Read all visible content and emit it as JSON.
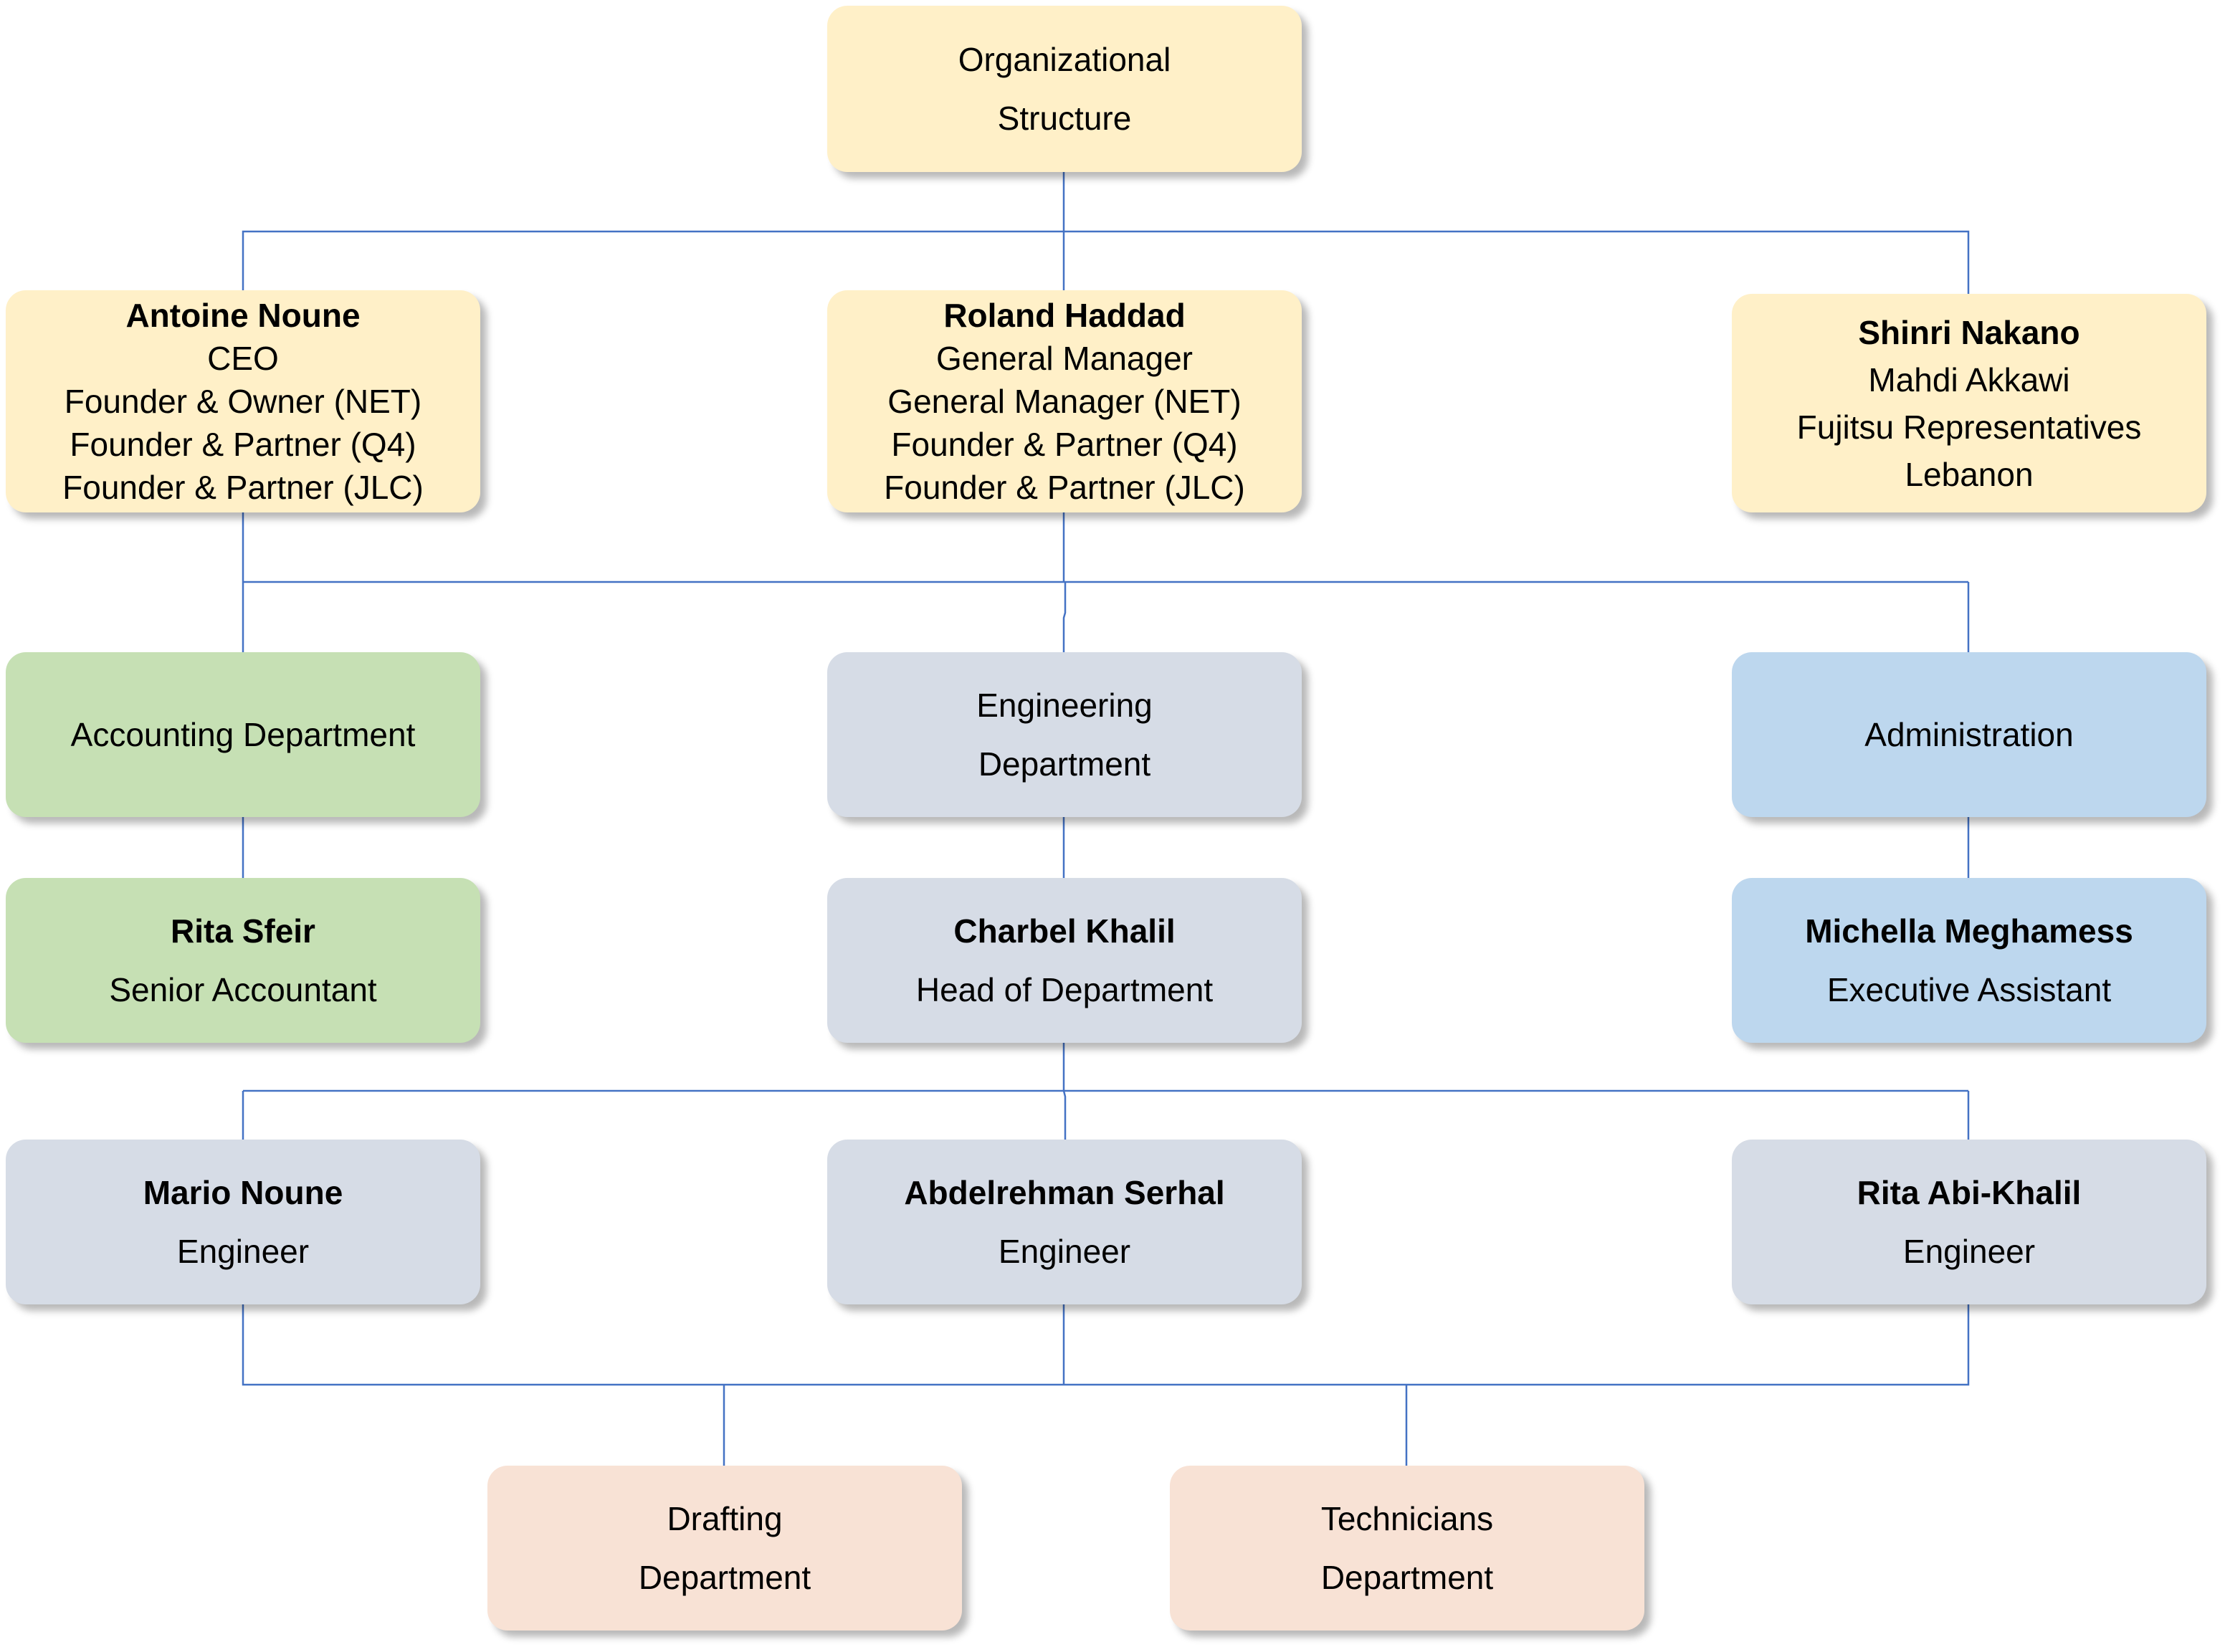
{
  "root": {
    "lines": [
      "Organizational",
      "Structure"
    ],
    "color": "#fff0c8"
  },
  "leaders": [
    {
      "name": "Antoine Noune",
      "roles": [
        "CEO",
        "Founder & Owner (NET)",
        "Founder & Partner (Q4)",
        "Founder & Partner (JLC)"
      ],
      "color": "#fff0c8"
    },
    {
      "name": "Roland Haddad",
      "roles": [
        "General Manager",
        "General Manager (NET)",
        "Founder & Partner (Q4)",
        "Founder & Partner (JLC)"
      ],
      "color": "#fff0c8"
    },
    {
      "name": "Shinri Nakano",
      "roles": [
        "Mahdi Akkawi",
        "Fujitsu  Representatives",
        "Lebanon"
      ],
      "color": "#fff0c8"
    }
  ],
  "departments": [
    {
      "lines": [
        "Accounting Department"
      ],
      "color": "#c6e0b4",
      "head": {
        "name": "Rita Sfeir",
        "title": "Senior Accountant"
      }
    },
    {
      "lines": [
        "Engineering",
        "Department"
      ],
      "color": "#d6dce6",
      "head": {
        "name": "Charbel Khalil",
        "title": "Head of Department"
      }
    },
    {
      "lines": [
        "Administration"
      ],
      "color": "#bdd7ee",
      "head": {
        "name": "Michella Meghamess",
        "title": "Executive Assistant"
      }
    }
  ],
  "engineers": [
    {
      "name": "Mario Noune",
      "title": "Engineer"
    },
    {
      "name": "Abdelrehman Serhal",
      "title": "Engineer"
    },
    {
      "name": "Rita Abi-Khalil",
      "title": "Engineer"
    }
  ],
  "sub_departments": [
    {
      "lines": [
        "Drafting",
        "Department"
      ],
      "color": "#f8e2d5"
    },
    {
      "lines": [
        "Technicians",
        "Department"
      ],
      "color": "#f8e2d5"
    }
  ],
  "connector_color": "#4472c4"
}
